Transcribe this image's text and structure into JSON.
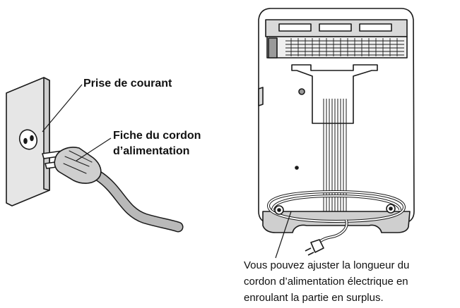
{
  "left_panel": {
    "outlet_label": "Prise de courant",
    "plug_label_line1": "Fiche du cordon",
    "plug_label_line2": "d’alimentation"
  },
  "right_panel": {
    "caption_lines": [
      "Vous pouvez ajuster la longueur du",
      "cordon d’alimentation électrique en",
      "enroulant la partie en surplus."
    ]
  },
  "colors": {
    "line": "#1a1a1a",
    "wall_plate": "#e6e6e6",
    "cord": "#b9b9b9",
    "plug_body": "#cfcfcf",
    "device_shell": "#ffffff",
    "device_top": "#d9d9d9"
  }
}
